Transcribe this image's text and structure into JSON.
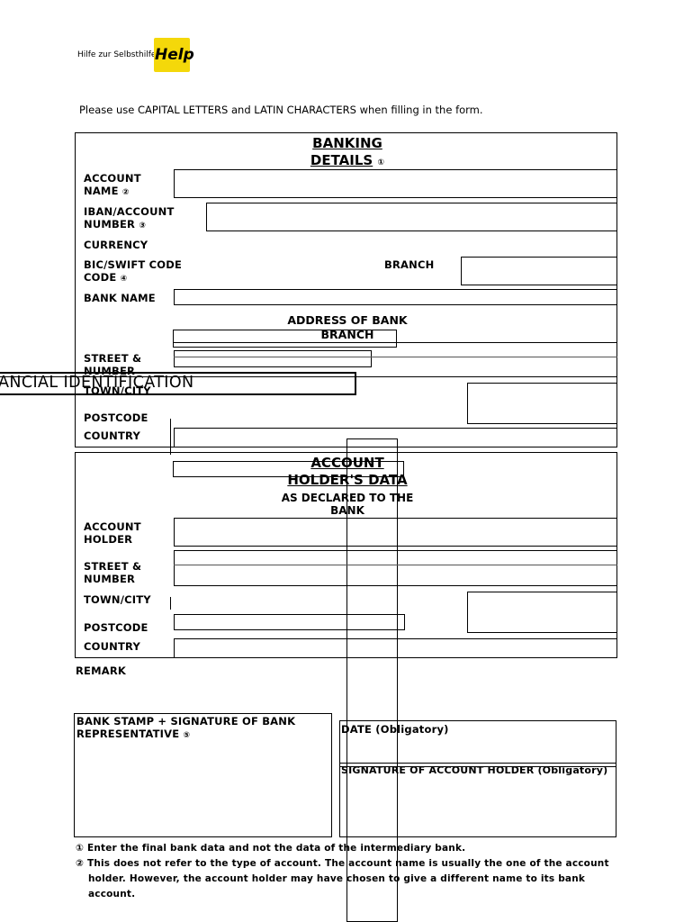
{
  "logo": {
    "tagline": "Hilfe zur Selbsthilfe",
    "mark": "Help"
  },
  "instruction": "Please use CAPITAL LETTERS and LATIN CHARACTERS when filling in the form.",
  "overlay_title": "ANCIAL IDENTIFICATION",
  "banking": {
    "title_line1": "BANKING",
    "title_line2": "DETAILS",
    "title_marker": "①",
    "account_name_line1": "ACCOUNT",
    "account_name_line2": "NAME",
    "account_name_marker": "②",
    "iban_line1": "IBAN/ACCOUNT",
    "iban_line2": "NUMBER",
    "iban_marker": "③",
    "currency": "CURRENCY",
    "bic_line1": "BIC/SWIFT CODE",
    "bic_line2": "CODE",
    "bic_marker": "④",
    "branch": "BRANCH",
    "bank_name": "BANK NAME",
    "address_line1": "ADDRESS OF BANK",
    "address_line2": "BRANCH",
    "street_line1": "STREET &",
    "street_line2": "NUMBER",
    "town_city": "TOWN/CITY",
    "postcode": "POSTCODE",
    "country": "COUNTRY"
  },
  "holder": {
    "title_line1": "ACCOUNT",
    "title_line2": "HOLDER'S DATA",
    "subtitle_line1": "AS DECLARED TO THE",
    "subtitle_line2": "BANK",
    "account_holder_line1": "ACCOUNT",
    "account_holder_line2": "HOLDER",
    "street_line1": "STREET &",
    "street_line2": "NUMBER",
    "town_city": "TOWN/CITY",
    "postcode": "POSTCODE",
    "country": "COUNTRY"
  },
  "remark": "REMARK",
  "stamp": {
    "line1": "BANK STAMP + SIGNATURE OF BANK",
    "line2": "REPRESENTATIVE",
    "marker": "⑤"
  },
  "date_label": "DATE (Obligatory)",
  "signature_label": "SIGNATURE OF ACCOUNT HOLDER (Obligatory)",
  "footnotes": {
    "note1_marker": "①",
    "note1": "Enter the final bank data and not the data of the intermediary bank.",
    "note2_marker": "②",
    "note2_line1": "This does not refer to the type of account. The account name is usually the one of the account",
    "note2_line2": "holder. However, the account holder may have chosen to give a different name to its bank",
    "note2_line3": "account."
  },
  "colors": {
    "logo_yellow": "#f4d80a",
    "ink": "#000000"
  }
}
